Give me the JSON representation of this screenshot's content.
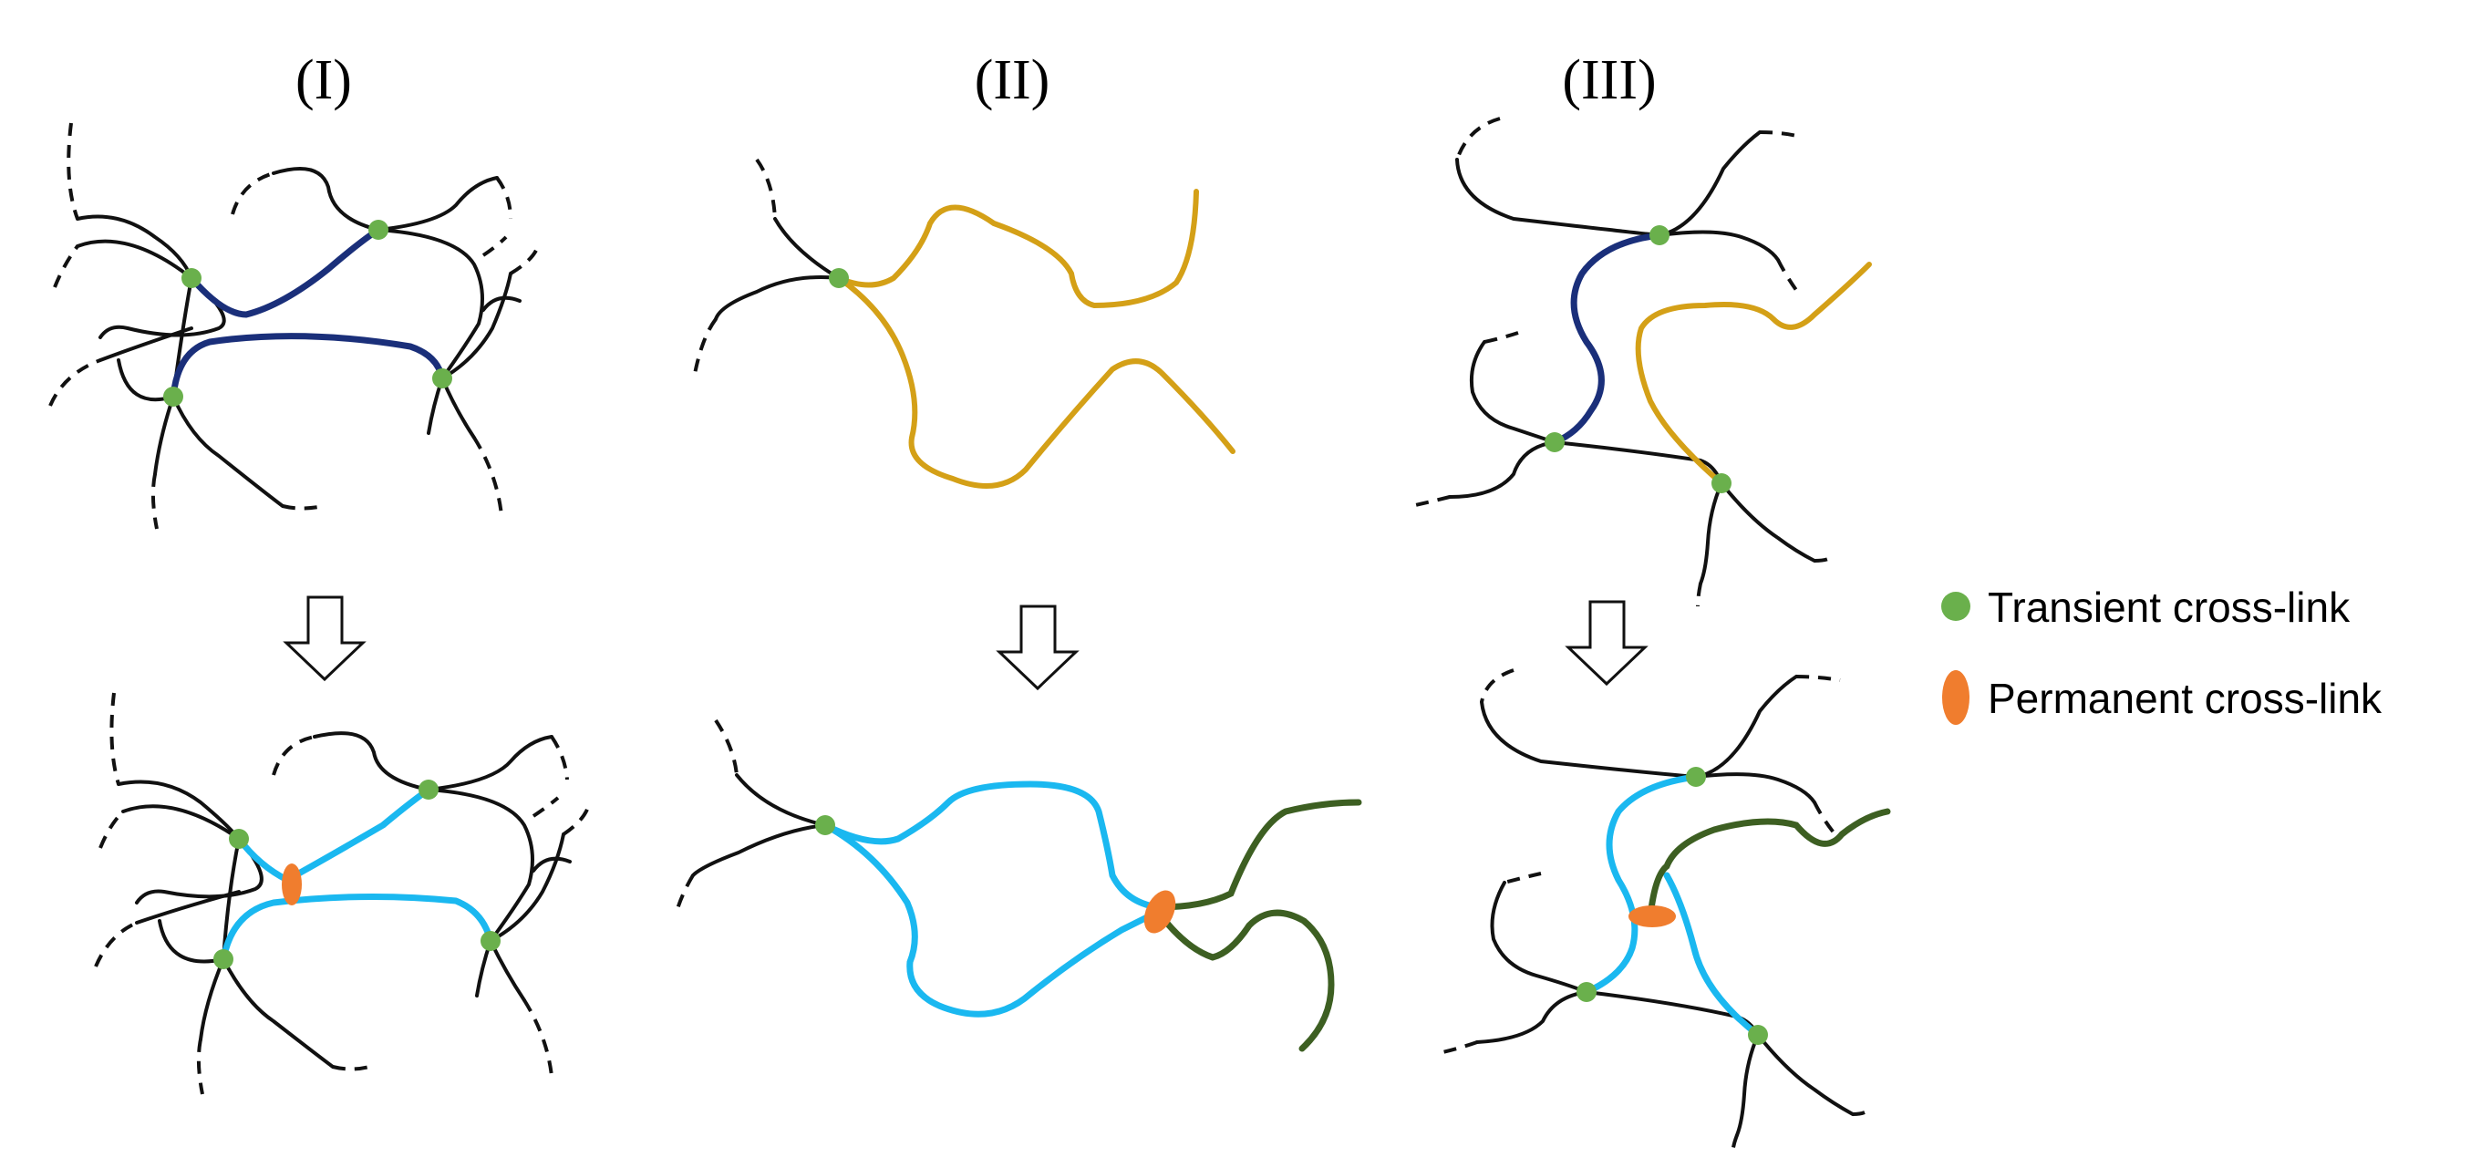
{
  "panels": [
    {
      "label": "(I)"
    },
    {
      "label": "(II)"
    },
    {
      "label": "(III)"
    }
  ],
  "legend": {
    "transient": {
      "label": "Transient cross-link",
      "color": "#6ab04c"
    },
    "permanent": {
      "label": "Permanent cross-link",
      "color": "#f07d2e"
    }
  },
  "colors": {
    "chain_black": "#111111",
    "chain_navy": "#1a2f7a",
    "chain_gold": "#d4a017",
    "chain_cyan": "#1ab8f0",
    "chain_dark_green": "#3d5f22"
  },
  "icons": [
    "down-arrow-icon"
  ]
}
